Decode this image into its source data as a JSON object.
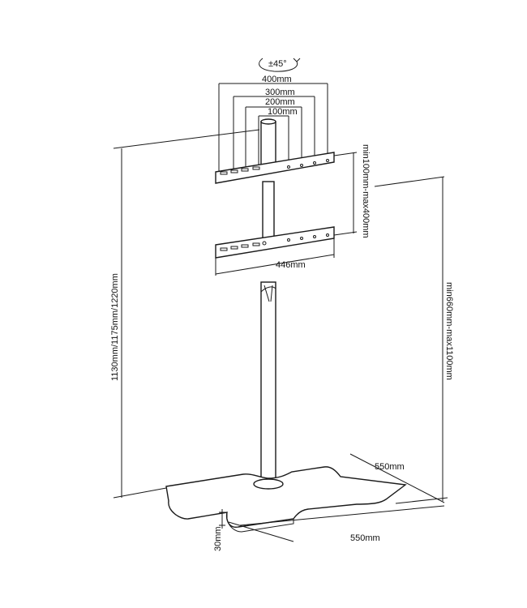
{
  "labels": {
    "rotation": "±45°",
    "vesa_400": "400mm",
    "vesa_300": "300mm",
    "vesa_200": "200mm",
    "vesa_100": "100mm",
    "bracket_spacing": "min100mm-max400mm",
    "bracket_width": "446mm",
    "total_height": "1130mm/1175mm/1220mm",
    "mount_height": "min660mm-max1100mm",
    "base_depth": "550mm",
    "base_width": "550mm",
    "base_thickness": "30mm"
  },
  "colors": {
    "line": "#1a1a1a",
    "background": "#ffffff"
  }
}
